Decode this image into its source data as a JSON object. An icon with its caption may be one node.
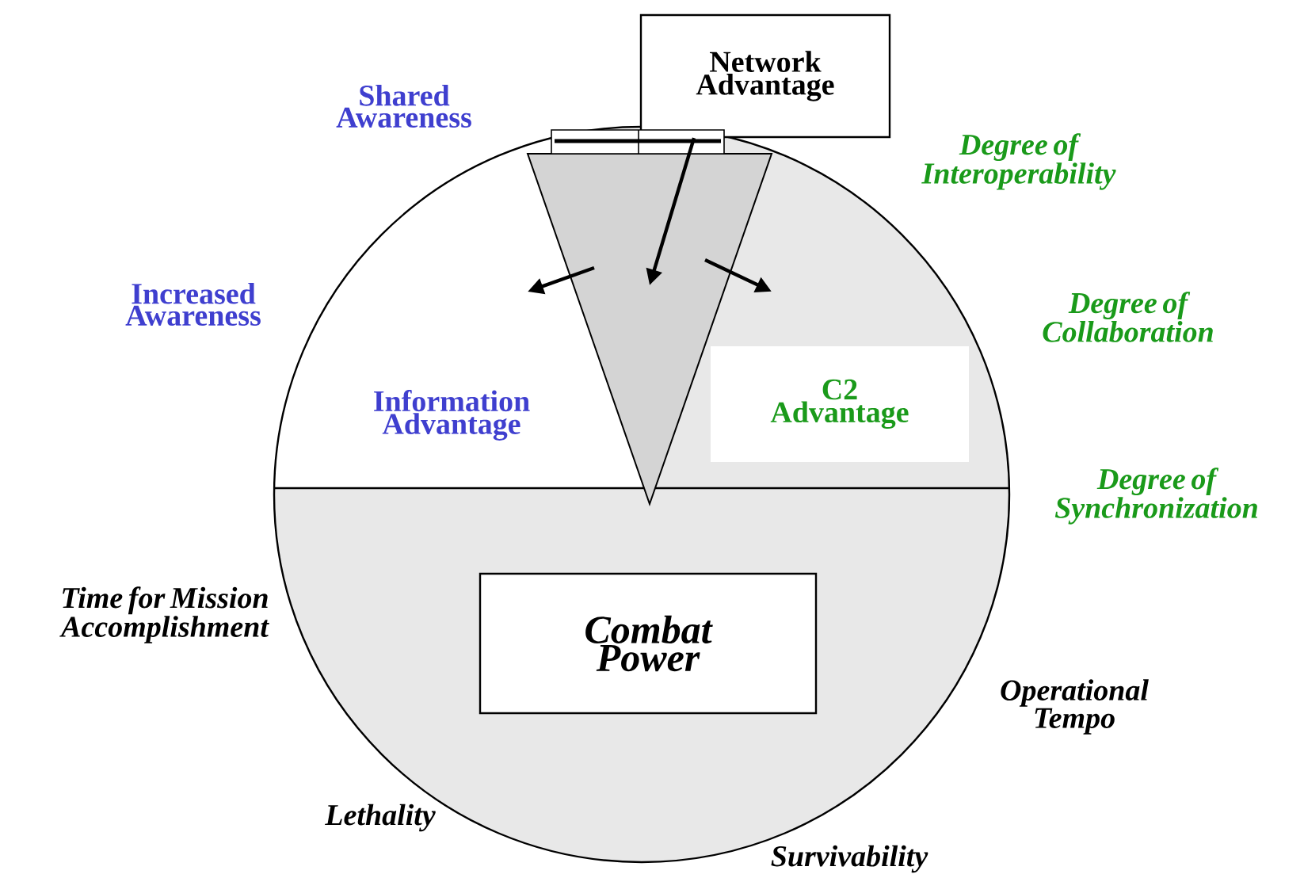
{
  "diagram": {
    "nodes": [
      {
        "text": [
          "Network Advantage"
        ]
      },
      {
        "text": [
          "Information Advantage"
        ]
      },
      {
        "text": [
          "C2 Advantage"
        ]
      },
      {
        "text": [
          "Combat Power"
        ]
      },
      {
        "text": [],
        "shape": "triangle"
      }
    ],
    "edges": [
      {
        "from": 0,
        "to": 4,
        "arrow": "to"
      },
      {
        "from": 4,
        "to": null,
        "arrow": "to"
      },
      {
        "from": 4,
        "to": null,
        "arrow": "to"
      }
    ],
    "labels": [
      "Shared Awareness",
      "Degree of Interoperability",
      "Increased Awareness",
      "Degree of Collaboration",
      "Degree of Synchronization",
      "Time for Mission Accomplishment",
      "Operational Tempo",
      "Lethality",
      "Survivability"
    ]
  }
}
